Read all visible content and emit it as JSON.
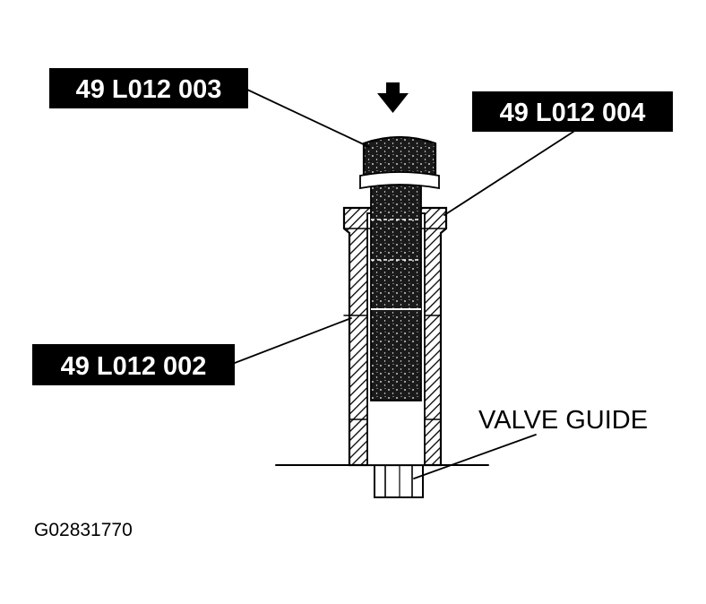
{
  "callouts": {
    "tool_003": "49 L012 003",
    "tool_004": "49 L012 004",
    "tool_002": "49 L012 002",
    "valve_guide": "VALVE GUIDE"
  },
  "figure_id": "G02831770",
  "colors": {
    "ink": "#000000",
    "paper": "#ffffff",
    "tag_text": "#ffffff"
  },
  "icons": {
    "press_direction": "down-arrow-icon"
  }
}
